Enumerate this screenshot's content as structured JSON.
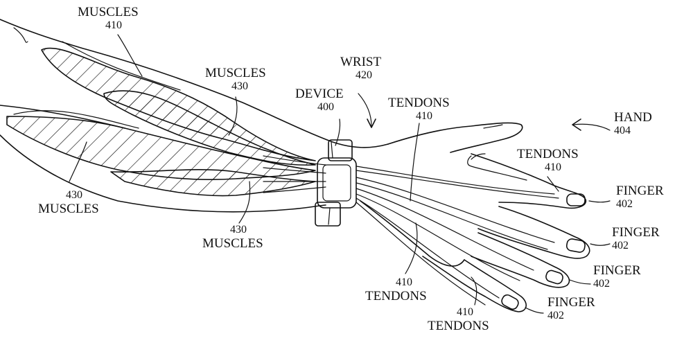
{
  "labels": {
    "muscles_410": {
      "word": "MUSCLES",
      "ref": "410"
    },
    "muscles_430_upper": {
      "word": "MUSCLES",
      "ref": "430"
    },
    "muscles_430_left": {
      "word": "MUSCLES",
      "ref": "430"
    },
    "muscles_430_lower": {
      "word": "MUSCLES",
      "ref": "430"
    },
    "device": {
      "word": "DEVICE",
      "ref": "400"
    },
    "wrist": {
      "word": "WRIST",
      "ref": "420"
    },
    "tendons_top": {
      "word": "TENDONS",
      "ref": "410"
    },
    "tendons_index": {
      "word": "TENDONS",
      "ref": "410"
    },
    "tendons_mid": {
      "word": "TENDONS",
      "ref": "410"
    },
    "tendons_bottom": {
      "word": "TENDONS",
      "ref": "410"
    },
    "hand": {
      "word": "HAND",
      "ref": "404"
    },
    "finger_1": {
      "word": "FINGER",
      "ref": "402"
    },
    "finger_2": {
      "word": "FINGER",
      "ref": "402"
    },
    "finger_3": {
      "word": "FINGER",
      "ref": "402"
    },
    "finger_4": {
      "word": "FINGER",
      "ref": "402"
    }
  },
  "colors": {
    "line": "#111111",
    "background": "#ffffff"
  }
}
